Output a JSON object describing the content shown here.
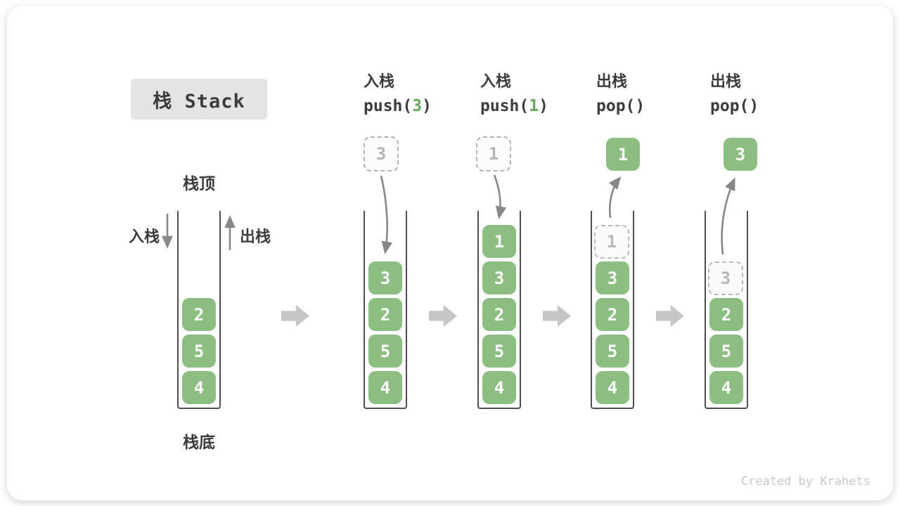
{
  "title": "栈 Stack",
  "watermark": "Created by Krahets",
  "labels": {
    "stack_top": "栈顶",
    "stack_bottom": "栈底",
    "push": "入栈",
    "pop": "出栈"
  },
  "colors": {
    "item_green": "#8cbe82",
    "code_green": "#67a85c",
    "label_dark": "#3c3c3c",
    "ghost_gray": "#b9b9b9",
    "flow_arrow_gray": "#c6c6c6",
    "line_arrow_gray": "#888888"
  },
  "steps": {
    "initial": {
      "items": [
        "2",
        "5",
        "4"
      ]
    },
    "push3": {
      "op": "入栈",
      "call_open": "push(",
      "call_arg": "3",
      "call_close": ")",
      "incoming_value": "3",
      "items": [
        "3",
        "2",
        "5",
        "4"
      ]
    },
    "push1": {
      "op": "入栈",
      "call_open": "push(",
      "call_arg": "1",
      "call_close": ")",
      "incoming_value": "1",
      "items": [
        "1",
        "3",
        "2",
        "5",
        "4"
      ]
    },
    "pop1": {
      "op": "出栈",
      "call": "pop()",
      "popped_value": "1",
      "ghost_value": "1",
      "items": [
        "3",
        "2",
        "5",
        "4"
      ]
    },
    "pop3": {
      "op": "出栈",
      "call": "pop()",
      "popped_value": "3",
      "ghost_value": "3",
      "items": [
        "2",
        "5",
        "4"
      ]
    }
  }
}
